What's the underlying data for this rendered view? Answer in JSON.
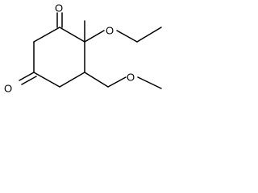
{
  "molecule": {
    "atoms": {
      "o_ketone_top": "O",
      "o_ether_ethoxy": "O",
      "o_ether_methoxy": "O",
      "o_ketone_bottom": "O"
    }
  }
}
